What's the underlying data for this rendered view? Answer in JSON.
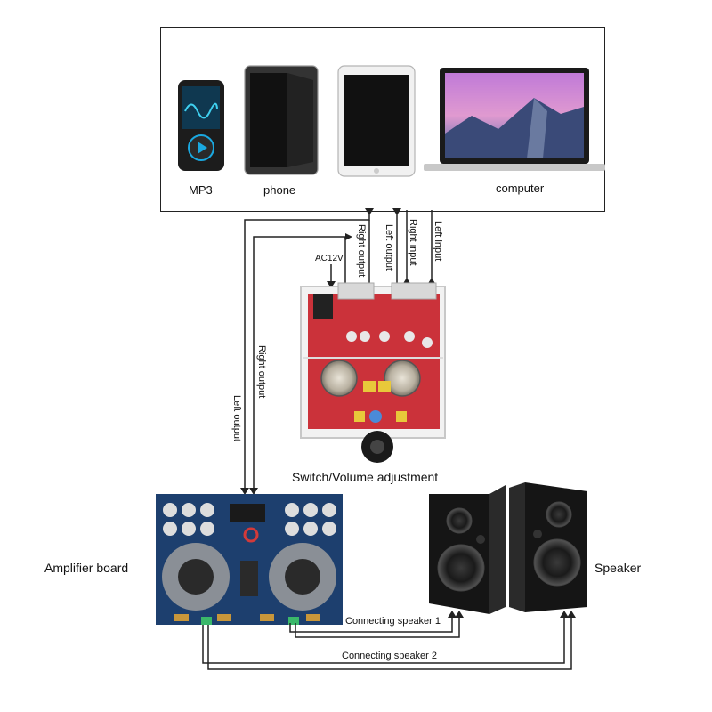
{
  "devices": {
    "mp3": "MP3",
    "phone": "phone",
    "computer": "computer"
  },
  "wire_labels": {
    "right_output_top": "Right output",
    "left_output_top": "Left output",
    "right_input": "Right input",
    "left_input": "Left input",
    "ac12v": "AC12V",
    "right_output_side": "Right output",
    "left_output_side": "Left output",
    "connecting_speaker_1": "Connecting speaker 1",
    "connecting_speaker_2": "Connecting speaker 2"
  },
  "components": {
    "preamp": "Switch/Volume adjustment",
    "amplifier": "Amplifier board",
    "speaker": "Speaker"
  },
  "colors": {
    "board_red": "#c8222a",
    "amp_board_blue": "#1d3f6e",
    "heatsink_gray": "#8a8f96",
    "speaker_black": "#151515",
    "wire": "#222222"
  }
}
